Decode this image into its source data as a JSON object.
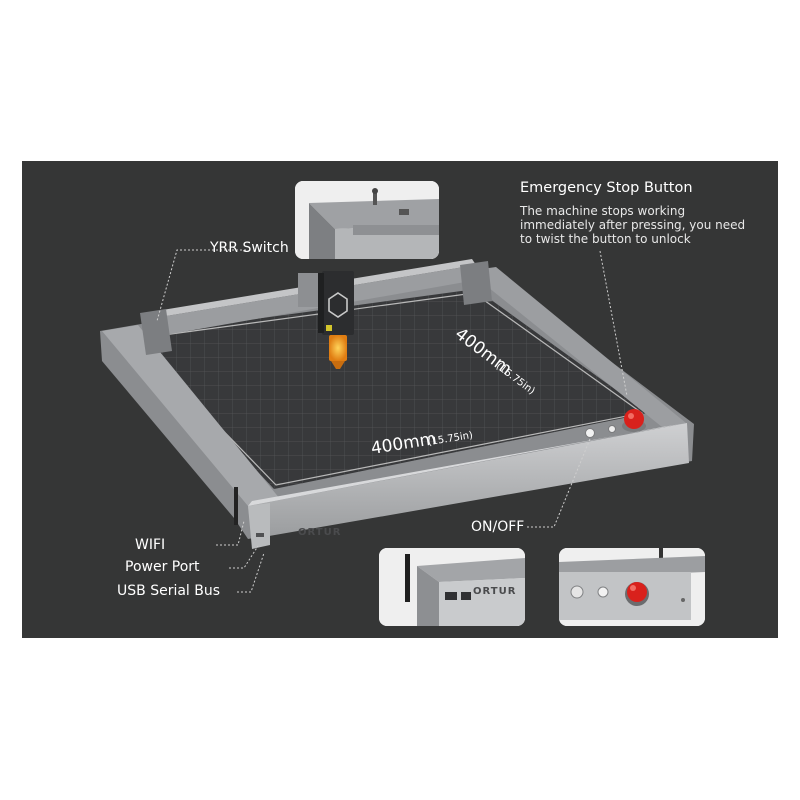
{
  "labels": {
    "yrr_switch": "YRR Switch",
    "emergency_title": "Emergency Stop Button",
    "emergency_desc": "The machine stops working immediately after pressing, you need to twist the button to unlock",
    "wifi": "WIFI",
    "power_port": "Power Port",
    "usb_serial_bus": "USB Serial Bus",
    "on_off": "ON/OFF"
  },
  "dimensions": {
    "depth_main": "400mm",
    "depth_sub": "(15.75in)",
    "width_main": "400mm",
    "width_sub": "(15.75in)"
  },
  "brand": {
    "logo_text": "ORTUR",
    "accent": "#e8532b"
  },
  "colors": {
    "panel_bg": "#353636",
    "frame": "#8e9092",
    "bed": "#3a3b3d",
    "laser_glow": "#f4a21e",
    "stop_button": "#d9211c"
  }
}
